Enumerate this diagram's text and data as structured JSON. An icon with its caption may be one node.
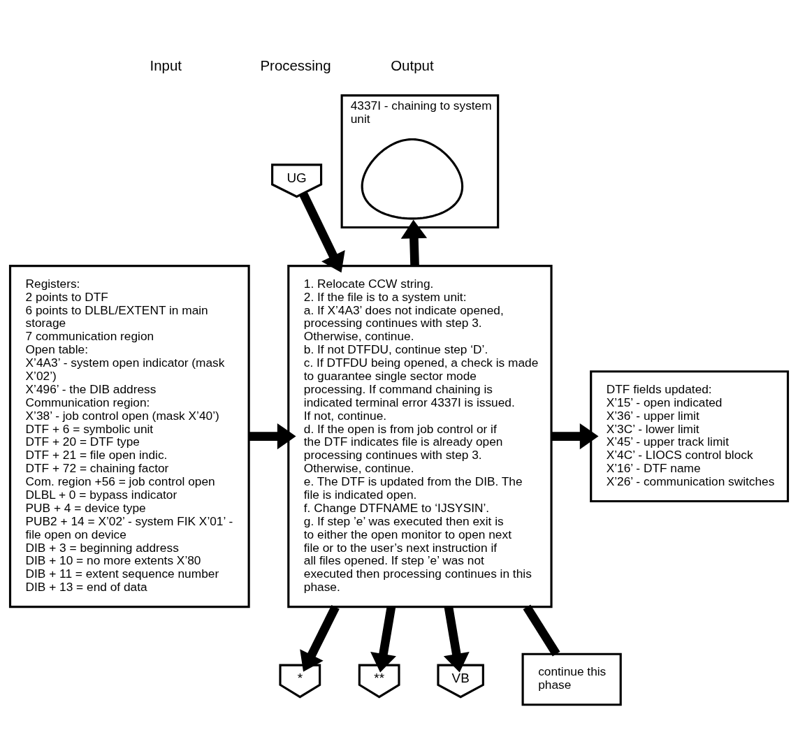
{
  "diagram": {
    "nodes": [
      {
        "text": [
          "UG"
        ]
      },
      {
        "text": [
          "Registers:",
          "2 points to DTF",
          "6 points to DLBL/EXTENT in main storage",
          "7 communication region",
          "Open table:",
          "X’4A3’ - system open indicator (mask X’02’)",
          "X’496’ - the DIB address",
          "Communication region:",
          "X’38’ - job control open (mask X’40’)",
          "DTF + 6 = symbolic unit",
          "DTF + 20 = DTF type",
          "DTF + 21 = file open indic.",
          "DTF + 72 = chaining factor",
          "Com. region +56 = job control open",
          "DLBL + 0 = bypass indicator",
          "PUB + 4 = device type",
          "PUB2 + 14 = X’02’ - system FIK X’01’ - file open on device",
          "DIB + 3 = beginning address",
          "DIB + 10 = no more extents X’80",
          "DIB + 11 = extent sequence number",
          "DIB + 13 = end of data"
        ]
      },
      {
        "text": [
          "1. Relocate CCW string.",
          "2. If the file is to a system unit:",
          "a. If X’4A3’ does not indicate opened, processing continues with step 3. Otherwise, continue.",
          "b. If not DTFDU, continue step ‘D’.",
          "c. If DTFDU being opened, a check is made to guarantee single sector mode processing. If command chaining is indicated terminal error 4337I is issued. If not, continue.",
          "d. If the open is from job control or if the DTF indicates file is already open processing continues with step 3. Otherwise, continue.",
          "e. The DTF is updated from the DIB. The file is indicated open.",
          "f. Change DTFNAME to ‘IJSYSIN’.",
          "g. If step ’e’ was executed then exit is to either the open monitor to open next file or to the user’s next instruction if all files opened. If step ’e’ was not executed then processing continues in this phase."
        ]
      },
      {
        "text": [
          "4337I - chaining to system unit"
        ]
      },
      {
        "text": [],
        "shape": "display",
        "in": 3
      },
      {
        "text": [
          "DTF fields updated:",
          "X’15’ - open indicated",
          "X’36’ - upper limit",
          "X’3C’ - lower limit",
          "X’45’ - upper track limit",
          "X’4C’ - LIOCS control block",
          "X’16’ - DTF name",
          "X’26’ - communication switches"
        ]
      },
      {
        "text": [
          "*"
        ]
      },
      {
        "text": [
          "**"
        ]
      },
      {
        "text": [
          "VB"
        ]
      },
      {
        "text": [
          "continue this phase"
        ]
      }
    ],
    "edges": [
      {
        "from": 0,
        "to": 2,
        "arrow": "to"
      },
      {
        "from": 1,
        "to": 2,
        "arrow": "to"
      },
      {
        "from": 2,
        "to": 3,
        "arrow": "to"
      },
      {
        "from": 2,
        "to": 5,
        "arrow": "to"
      },
      {
        "from": 2,
        "to": 6,
        "arrow": "to"
      },
      {
        "from": 2,
        "to": 7,
        "arrow": "to"
      },
      {
        "from": 2,
        "to": 8,
        "arrow": "to"
      },
      {
        "from": 2,
        "to": 9,
        "arrow": "none"
      }
    ],
    "labels": [
      "Input",
      "Processing",
      "Output"
    ]
  }
}
